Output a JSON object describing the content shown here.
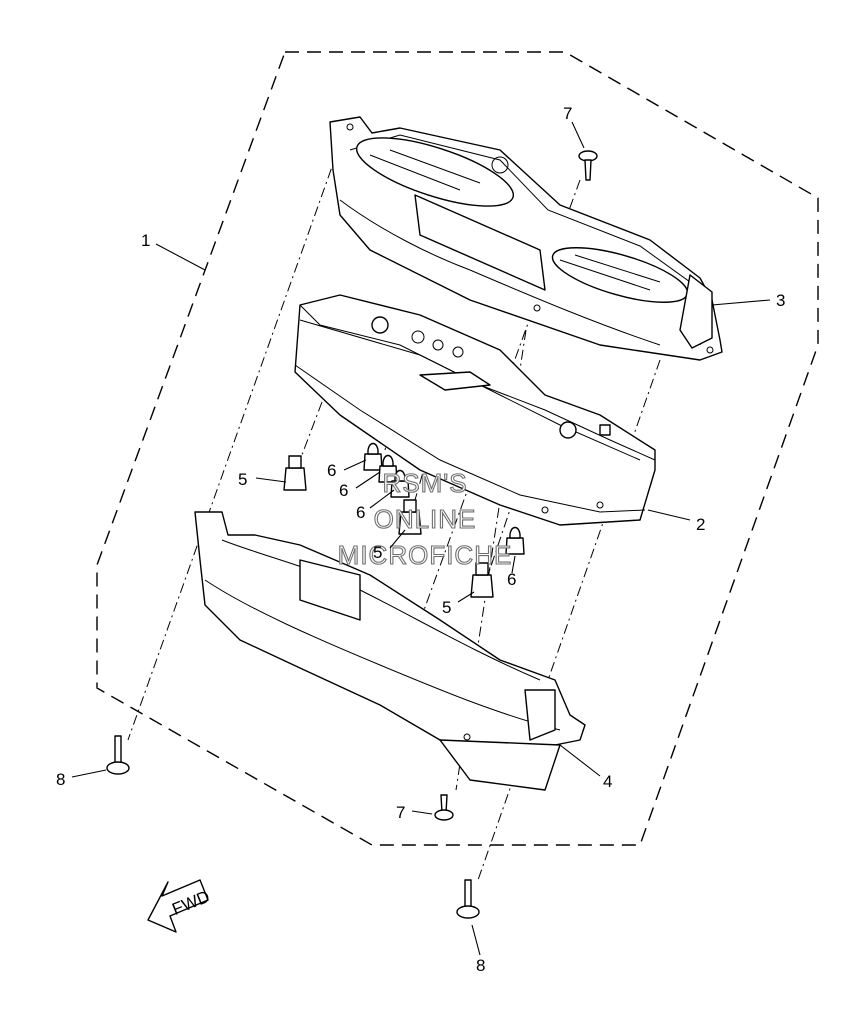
{
  "callouts": [
    {
      "id": "c1",
      "label": "1"
    },
    {
      "id": "c2",
      "label": "2"
    },
    {
      "id": "c3",
      "label": "3"
    },
    {
      "id": "c4",
      "label": "4"
    },
    {
      "id": "c5a",
      "label": "5"
    },
    {
      "id": "c5b",
      "label": "5"
    },
    {
      "id": "c5c",
      "label": "5"
    },
    {
      "id": "c6a",
      "label": "6"
    },
    {
      "id": "c6b",
      "label": "6"
    },
    {
      "id": "c6c",
      "label": "6"
    },
    {
      "id": "c6d",
      "label": "6"
    },
    {
      "id": "c7a",
      "label": "7"
    },
    {
      "id": "c7b",
      "label": "7"
    },
    {
      "id": "c8a",
      "label": "8"
    },
    {
      "id": "c8b",
      "label": "8"
    }
  ],
  "fwd_label": "FWD",
  "watermark": [
    "RSM'S",
    "ONLINE",
    "MICROFICHE"
  ]
}
